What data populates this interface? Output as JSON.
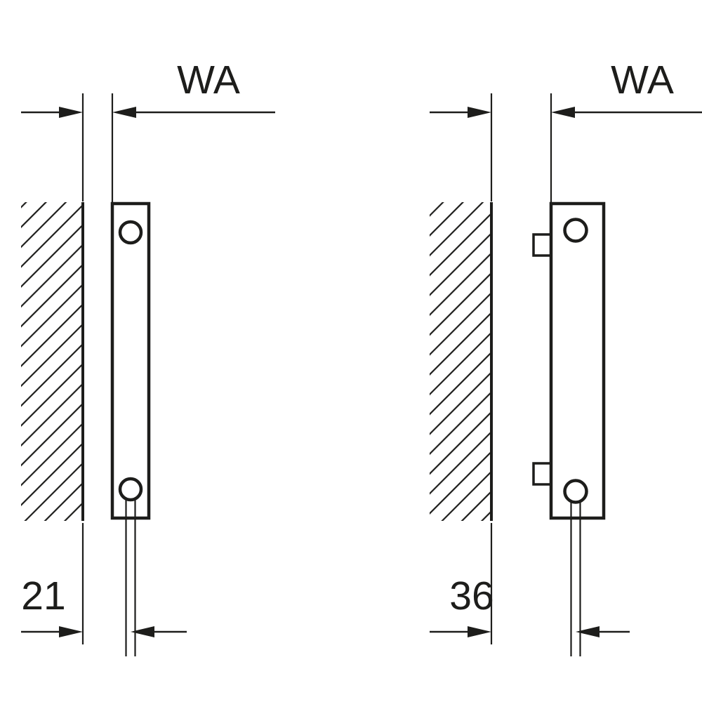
{
  "diagram": {
    "type": "technical-drawing",
    "description": "Radiator side views showing wall clearance (WA) and bottom pipe offset dimensions",
    "colors": {
      "line": "#1d1d1b",
      "background": "#ffffff"
    },
    "views": [
      {
        "id": "left",
        "wall_distance_label": "WA",
        "pipe_offset_value": "21"
      },
      {
        "id": "right",
        "wall_distance_label": "WA",
        "pipe_offset_value": "36"
      }
    ]
  }
}
